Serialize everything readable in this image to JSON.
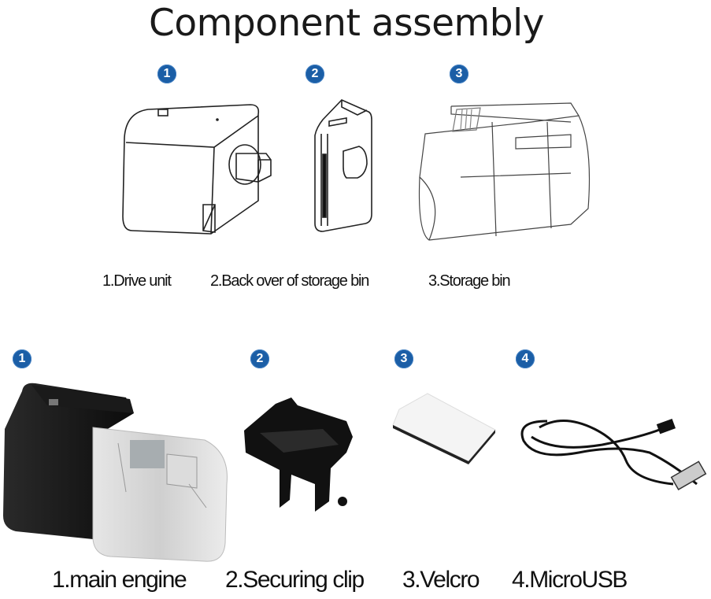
{
  "title": "Component assembly",
  "colors": {
    "badge": "#1b5ea6",
    "text": "#111111"
  },
  "top_section": {
    "items": [
      {
        "number": "1",
        "label": "1.Drive unit",
        "icon": "drive-unit-drawing"
      },
      {
        "number": "2",
        "label": "2.Back over of storage bin",
        "icon": "back-cover-drawing"
      },
      {
        "number": "3",
        "label": "3.Storage bin",
        "icon": "storage-bin-drawing"
      }
    ]
  },
  "bottom_section": {
    "items": [
      {
        "number": "1",
        "label": "1.main engine",
        "icon": "feeder-photo"
      },
      {
        "number": "2",
        "label": "2.Securing clip",
        "icon": "clip-photo"
      },
      {
        "number": "3",
        "label": "3.Velcro",
        "icon": "velcro-photo"
      },
      {
        "number": "4",
        "label": "4.MicroUSB",
        "icon": "usb-cable-photo"
      }
    ]
  }
}
